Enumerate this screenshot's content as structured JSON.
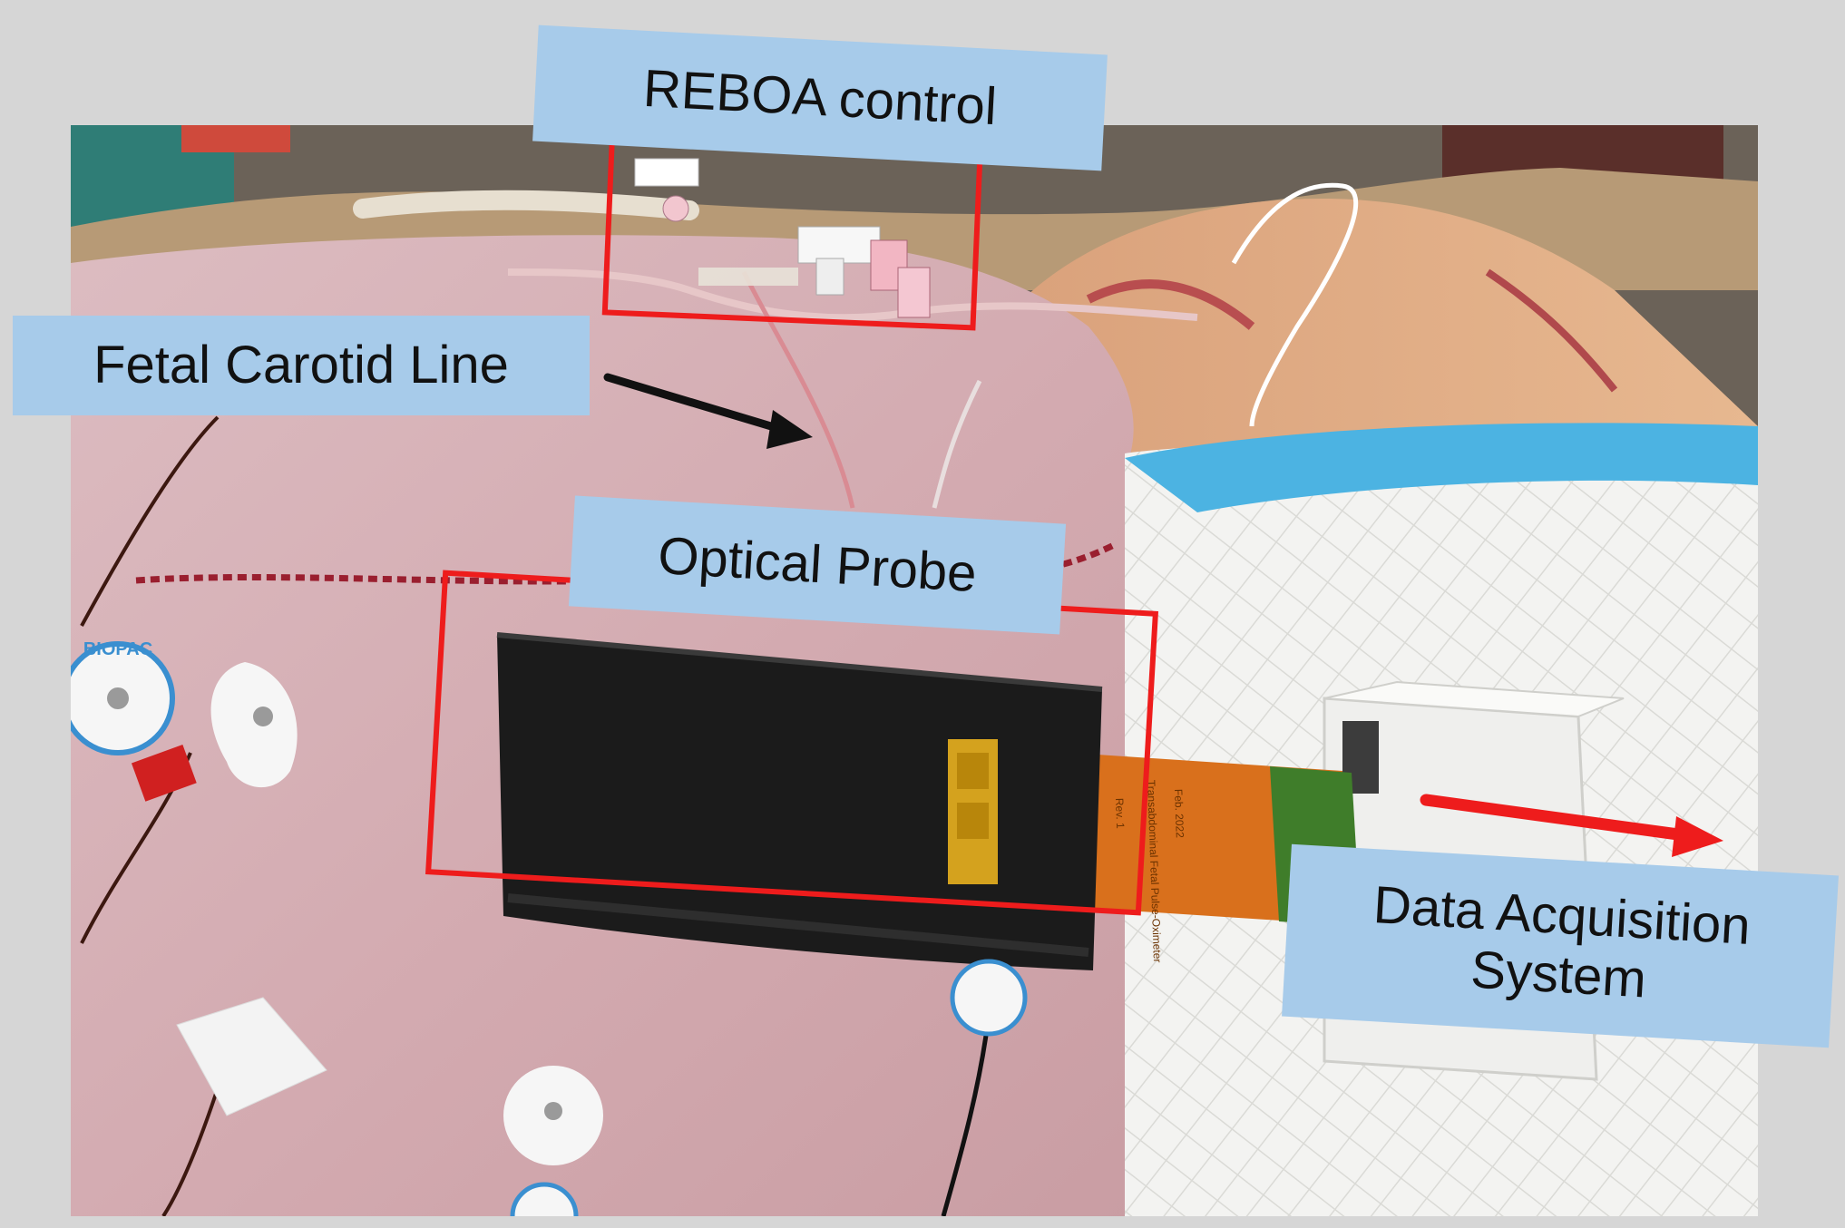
{
  "callouts": {
    "reboa": "REBOA control",
    "carotid": "Fetal Carotid Line",
    "probe": "Optical Probe",
    "daq_line1": "Data Acquisition",
    "daq_line2": "System"
  },
  "probe_cable": {
    "text_line1": "Rev. 1",
    "text_line2": "Transabdominal Fetal Pulse-Oximeter",
    "text_line3": "Feb. 2022"
  },
  "electrode_label": "BIOPAC",
  "colors": {
    "background": "#d6d6d6",
    "callout_fill": "#a7cbea",
    "highlight_box": "#ee1c1c",
    "arrow_black": "#111111",
    "arrow_red": "#ee1c1c",
    "skin": "#d9b3b8",
    "probe_black": "#1b1b1b",
    "flex_cable": "#d9701c",
    "pad_white": "#f4f4f2",
    "pad_blue_edge": "#39a8dc"
  }
}
